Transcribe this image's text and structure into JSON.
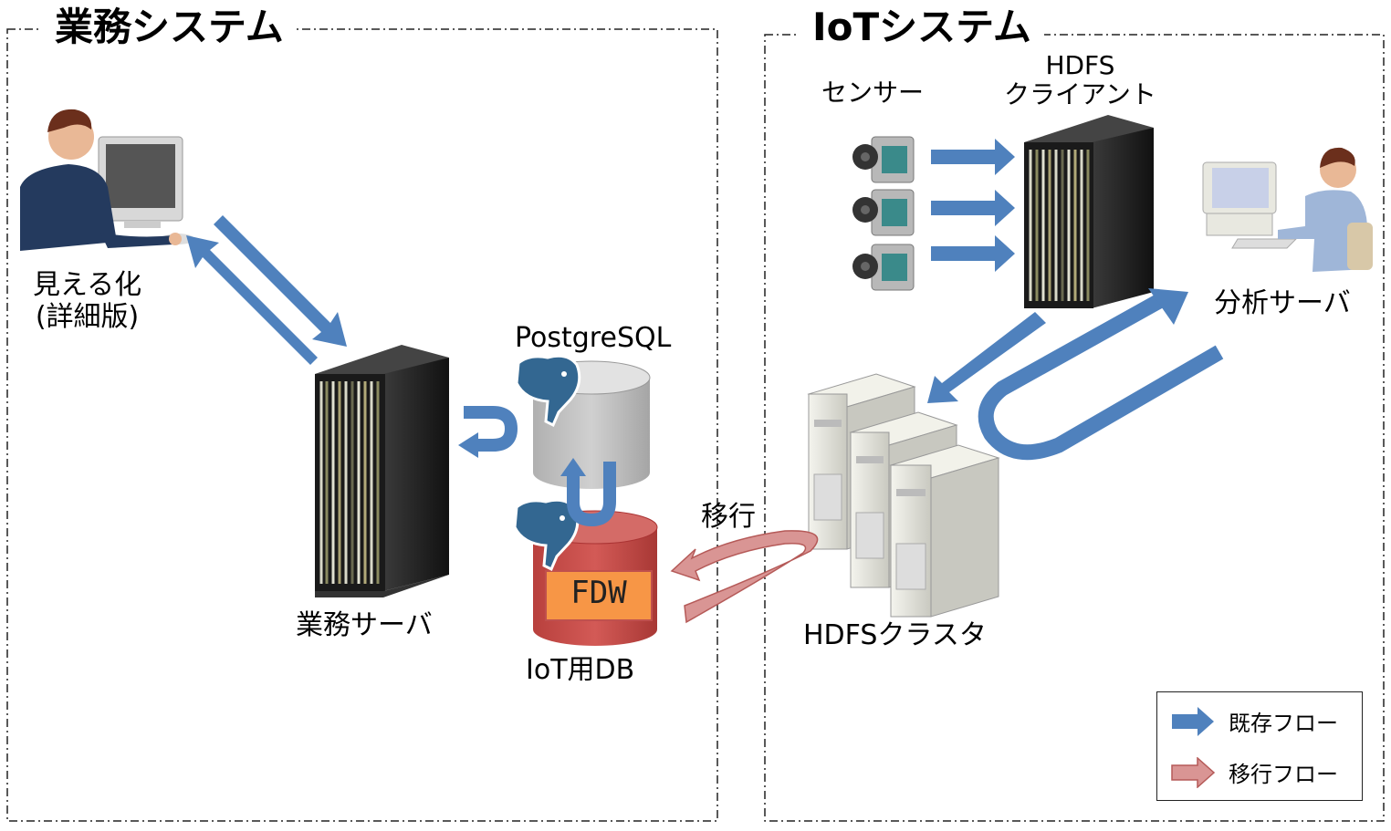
{
  "sections": {
    "business": {
      "title": "業務システム"
    },
    "iot": {
      "title": "IoTシステム"
    }
  },
  "nodes": {
    "visualization": {
      "line1": "見える化",
      "line2": "(詳細版)"
    },
    "business_server": {
      "label": "業務サーバ"
    },
    "postgresql": {
      "label": "PostgreSQL"
    },
    "iot_db": {
      "label": "IoT用DB",
      "fdw": "FDW"
    },
    "sensor": {
      "label": "センサー"
    },
    "hdfs_client": {
      "line1": "HDFS",
      "line2": "クライアント"
    },
    "analysis_server": {
      "label": "分析サーバ"
    },
    "hdfs_cluster": {
      "label": "HDFSクラスタ"
    }
  },
  "migration_label": "移行",
  "legend": {
    "existing": {
      "label": "既存フロー",
      "color": "#4f81bd"
    },
    "migration": {
      "label": "移行フロー",
      "color": "#d99594"
    }
  },
  "colors": {
    "flow_existing": "#4f81bd",
    "flow_migration": "#d99594",
    "db_red": "#c0504d",
    "db_gray": "#bfbfbf",
    "fdw_orange": "#f79646"
  }
}
